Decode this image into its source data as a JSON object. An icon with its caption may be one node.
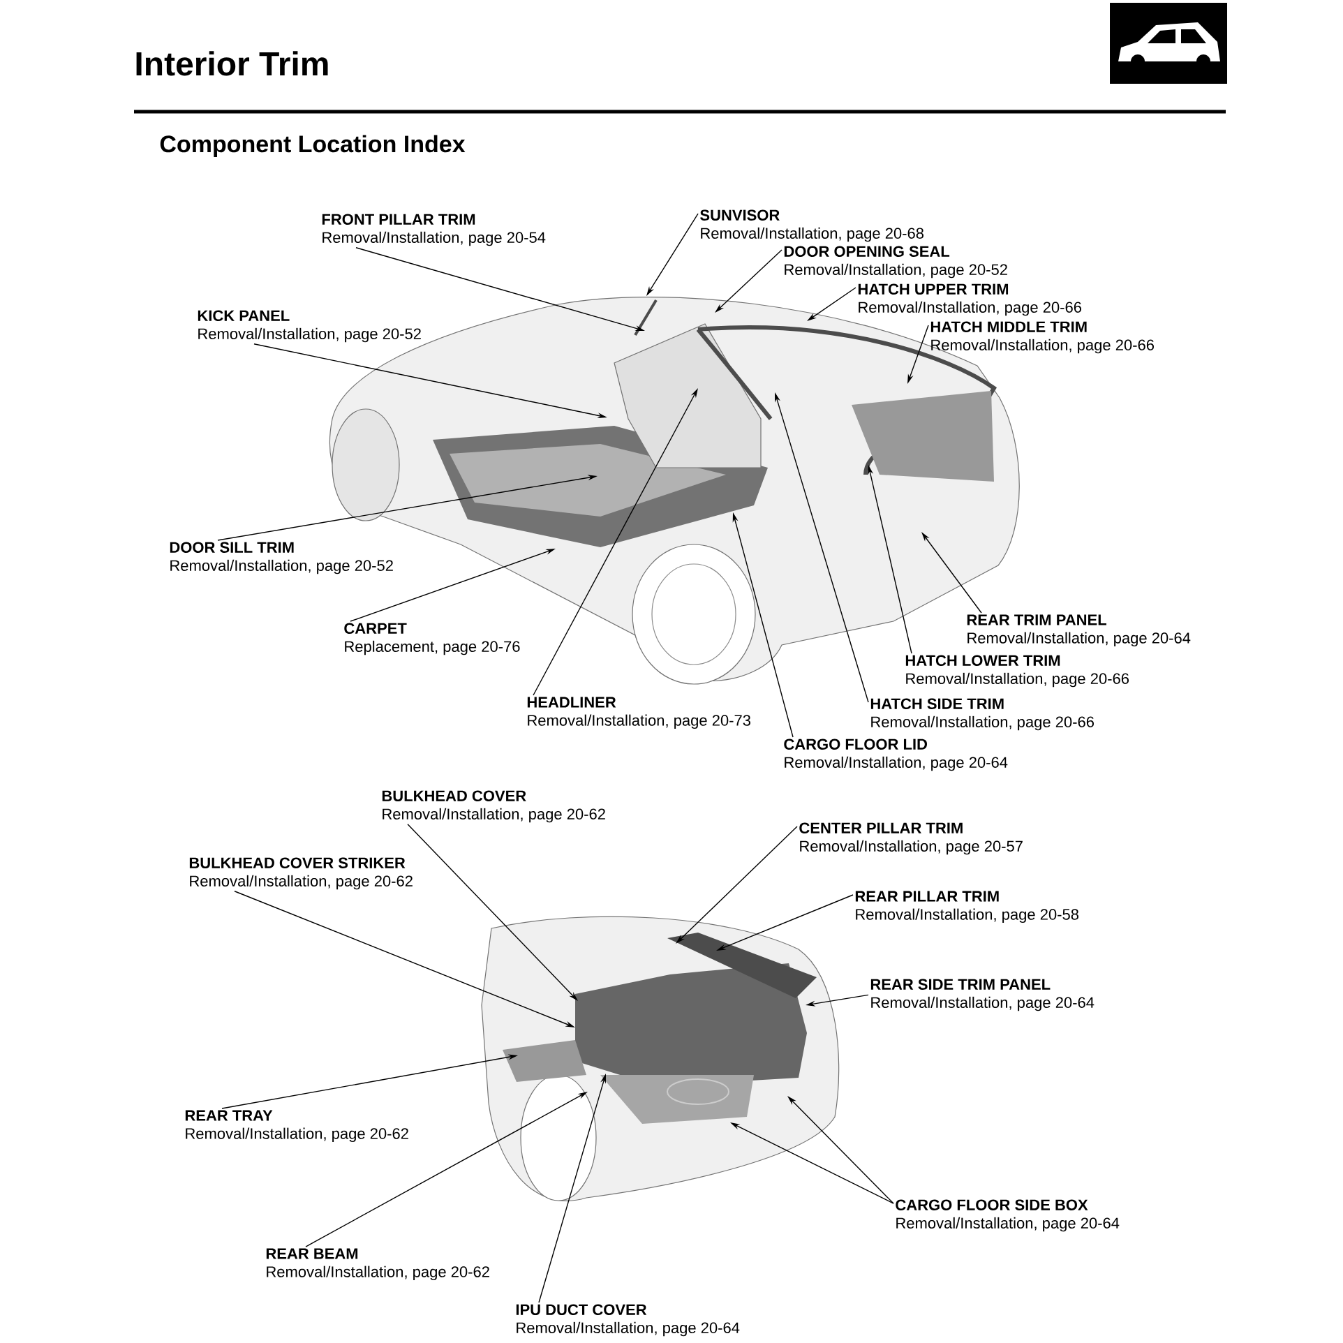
{
  "diagram": {
    "title": "Interior Trim",
    "nodes": [
      {
        "text": [
          "FRONT PILLAR TRIM",
          "Removal/Installation, page 20-54"
        ]
      },
      {
        "text": [
          "SUNVISOR",
          "Removal/Installation, page 20-68"
        ]
      },
      {
        "text": [
          "DOOR OPENING SEAL",
          "Removal/Installation, page 20-52"
        ]
      },
      {
        "text": [
          "HATCH UPPER TRIM",
          "Removal/Installation, page 20-66"
        ]
      },
      {
        "text": [
          "HATCH MIDDLE TRIM",
          "Removal/Installation, page 20-66"
        ]
      },
      {
        "text": [
          "KICK PANEL",
          "Removal/Installation, page 20-52"
        ]
      },
      {
        "text": [
          "DOOR SILL TRIM",
          "Removal/Installation, page 20-52"
        ]
      },
      {
        "text": [
          "CARPET",
          "Replacement, page 20-76"
        ]
      },
      {
        "text": [
          "HEADLINER",
          "Removal/Installation, page 20-73"
        ]
      },
      {
        "text": [
          "CARGO FLOOR LID",
          "Removal/Installation, page 20-64"
        ]
      },
      {
        "text": [
          "HATCH SIDE TRIM",
          "Removal/Installation, page 20-66"
        ]
      },
      {
        "text": [
          "HATCH LOWER TRIM",
          "Removal/Installation, page 20-66"
        ]
      },
      {
        "text": [
          "REAR TRIM PANEL",
          "Removal/Installation, page 20-64"
        ]
      },
      {
        "text": [
          "BULKHEAD COVER",
          "Removal/Installation, page 20-62"
        ]
      },
      {
        "text": [
          "CENTER PILLAR TRIM",
          "Removal/Installation, page 20-57"
        ]
      },
      {
        "text": [
          "BULKHEAD COVER STRIKER",
          "Removal/Installation, page 20-62"
        ]
      },
      {
        "text": [
          "REAR PILLAR TRIM",
          "Removal/Installation, page 20-58"
        ]
      },
      {
        "text": [
          "REAR SIDE TRIM PANEL",
          "Removal/Installation, page 20-64"
        ]
      },
      {
        "text": [
          "REAR TRAY",
          "Removal/Installation, page 20-62"
        ]
      },
      {
        "text": [
          "REAR BEAM",
          "Removal/Installation, page 20-62"
        ]
      },
      {
        "text": [
          "IPU DUCT COVER",
          "Removal/Installation, page 20-64"
        ]
      },
      {
        "text": [
          "CARGO FLOOR SIDE BOX",
          "Removal/Installation, page 20-64"
        ]
      },
      {
        "text": [],
        "shape": "picture"
      },
      {
        "text": [],
        "shape": "picture"
      }
    ],
    "edges": [
      {
        "from": 0,
        "to": 22,
        "arrow": "to"
      },
      {
        "from": 1,
        "to": 22,
        "arrow": "to"
      },
      {
        "from": 2,
        "to": 22,
        "arrow": "to"
      },
      {
        "from": 3,
        "to": 22,
        "arrow": "to"
      },
      {
        "from": 4,
        "to": 22,
        "arrow": "to"
      },
      {
        "from": 5,
        "to": 22,
        "arrow": "to"
      },
      {
        "from": 6,
        "to": 22,
        "arrow": "to"
      },
      {
        "from": 7,
        "to": 22,
        "arrow": "to"
      },
      {
        "from": 8,
        "to": 22,
        "arrow": "to"
      },
      {
        "from": 9,
        "to": 22,
        "arrow": "to"
      },
      {
        "from": 10,
        "to": 22,
        "arrow": "to"
      },
      {
        "from": 11,
        "to": 22,
        "arrow": "to"
      },
      {
        "from": 12,
        "to": 22,
        "arrow": "to"
      },
      {
        "from": 13,
        "to": 23,
        "arrow": "to"
      },
      {
        "from": 14,
        "to": 23,
        "arrow": "to"
      },
      {
        "from": 15,
        "to": 23,
        "arrow": "to"
      },
      {
        "from": 16,
        "to": 23,
        "arrow": "to"
      },
      {
        "from": 17,
        "to": 23,
        "arrow": "to"
      },
      {
        "from": 18,
        "to": 23,
        "arrow": "to"
      },
      {
        "from": 19,
        "to": 23,
        "arrow": "to"
      },
      {
        "from": 20,
        "to": 23,
        "arrow": "to"
      },
      {
        "from": 21,
        "to": 23,
        "arrow": "to"
      },
      {
        "from": 21,
        "to": 23,
        "arrow": "to"
      }
    ],
    "labels": [
      "Component Location Index"
    ]
  }
}
